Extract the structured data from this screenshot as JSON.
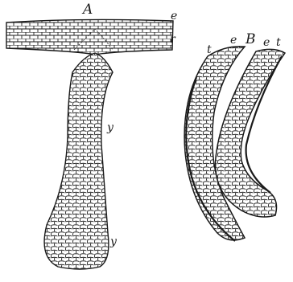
{
  "figure": {
    "ink_color": "#1a1a1a",
    "paper_color": "#ffffff",
    "panel_a": {
      "label": "A",
      "label_top_right": "e",
      "label_mid_right": "r",
      "label_stem_upper": "y",
      "label_stem_lower": "y"
    },
    "panel_b": {
      "label": "B",
      "label_outer_left": "t",
      "label_inner_left": "e",
      "label_inner_right": "e",
      "label_outer_right": "t"
    }
  }
}
